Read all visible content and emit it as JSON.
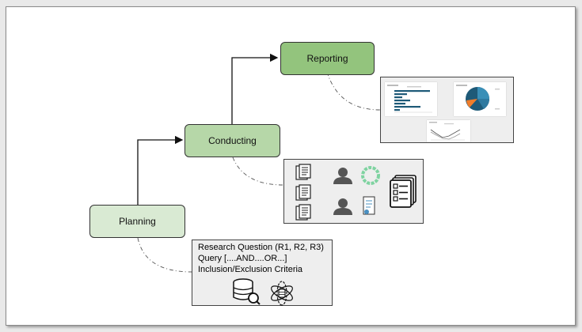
{
  "colors": {
    "planning_fill": "#d9ead3",
    "conducting_fill": "#b6d7a8",
    "reporting_fill": "#93c47d",
    "panel_fill": "#eeeeee",
    "chart_dark": "#1e5a78",
    "chart_mid": "#3a8fb7",
    "chart_accent": "#f07d2a"
  },
  "stages": {
    "planning": {
      "label": "Planning"
    },
    "conducting": {
      "label": "Conducting"
    },
    "reporting": {
      "label": "Reporting"
    }
  },
  "planning_panel": {
    "lines": [
      "Research Question (R1, R2, R3)",
      "Query [....AND....OR...]",
      "Inclusion/Exclusion Criteria"
    ],
    "icons": [
      "database-search-icon",
      "atom-database-icon"
    ]
  },
  "conducting_panel": {
    "icons": [
      "documents-icon",
      "person-icon",
      "progress-ring-icon",
      "checklist-stack-icon",
      "certificate-scroll-icon"
    ]
  },
  "reporting_panel": {
    "thumbnails": [
      "bar-chart-thumbnail",
      "pie-chart-thumbnail",
      "line-chart-thumbnail"
    ]
  }
}
